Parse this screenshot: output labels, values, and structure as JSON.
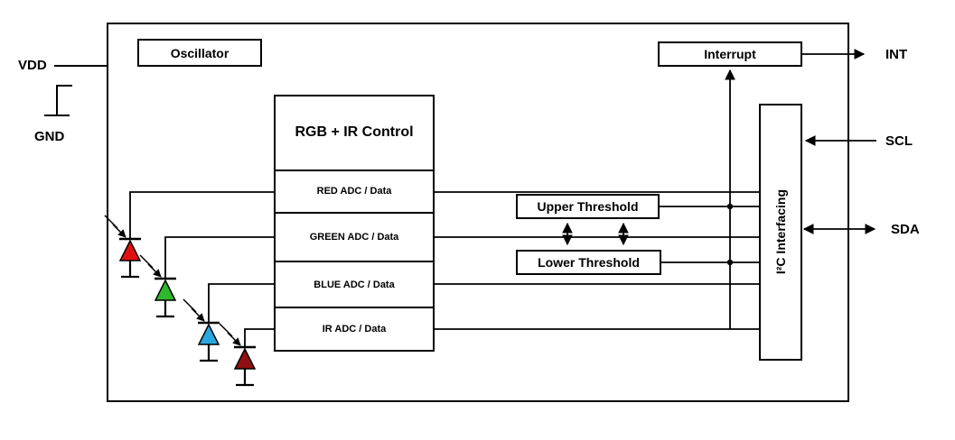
{
  "diagram": {
    "pins": {
      "vdd": "VDD",
      "gnd": "GND",
      "int": "INT",
      "scl": "SCL",
      "sda": "SDA"
    },
    "blocks": {
      "oscillator": "Oscillator",
      "control_header": "RGB + IR Control",
      "adc_rows": [
        "RED ADC / Data",
        "GREEN ADC / Data",
        "BLUE ADC / Data",
        "IR ADC / Data"
      ],
      "upper_threshold": "Upper Threshold",
      "lower_threshold": "Lower Threshold",
      "interrupt": "Interrupt",
      "i2c": "I²C Interfacing"
    },
    "photodiodes": [
      {
        "name": "red-photodiode",
        "color": "#e01010"
      },
      {
        "name": "green-photodiode",
        "color": "#2eb82e"
      },
      {
        "name": "blue-photodiode",
        "color": "#29a8e0"
      },
      {
        "name": "ir-photodiode",
        "color": "#8f1010"
      }
    ],
    "colors": {
      "line": "#000000",
      "box_border": "#000000",
      "background": "#ffffff"
    }
  }
}
